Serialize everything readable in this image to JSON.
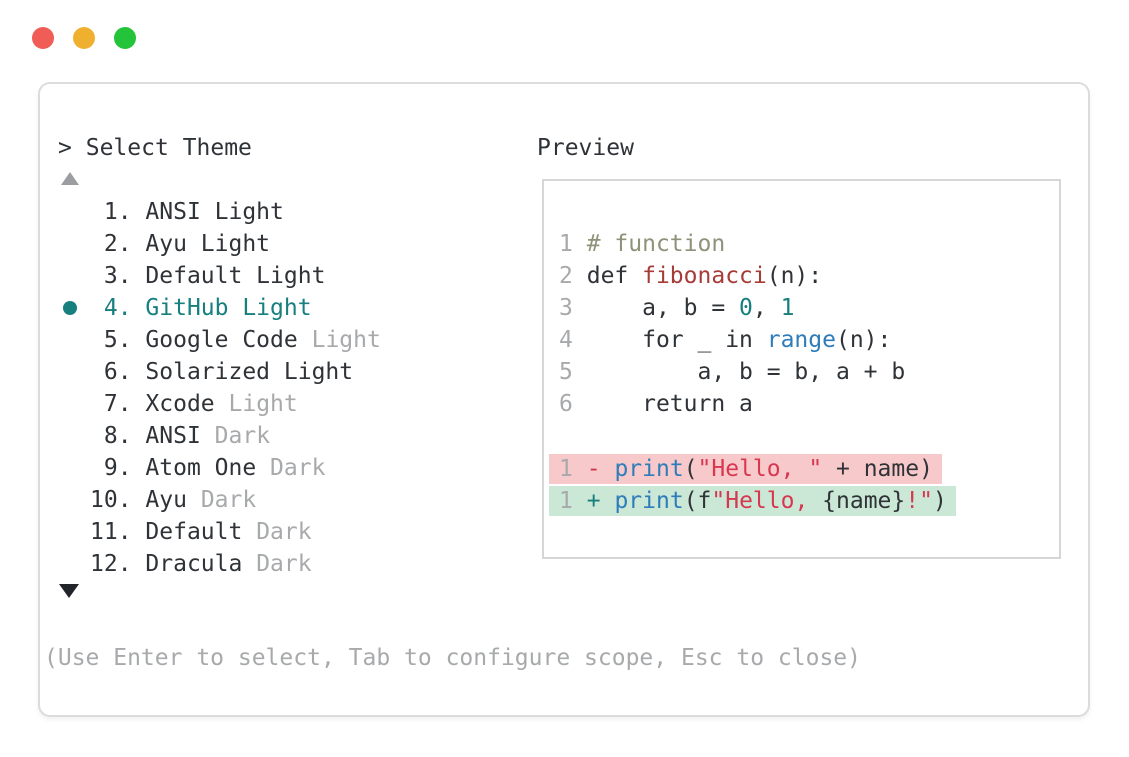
{
  "window": {
    "traffic_lights": [
      {
        "name": "close",
        "color": "#f05c56"
      },
      {
        "name": "minimize",
        "color": "#f0b02f"
      },
      {
        "name": "zoom",
        "color": "#23c43a"
      }
    ]
  },
  "picker": {
    "prompt": ">",
    "title": "Select Theme",
    "scroll_up_icon": "▲",
    "scroll_down_icon": "▼",
    "selected_bullet_icon": "●",
    "items": [
      {
        "number": " 1.",
        "name": "ANSI Light",
        "muted": "",
        "selected": false
      },
      {
        "number": " 2.",
        "name": "Ayu Light",
        "muted": "",
        "selected": false
      },
      {
        "number": " 3.",
        "name": "Default Light",
        "muted": "",
        "selected": false
      },
      {
        "number": " 4.",
        "name": "GitHub Light",
        "muted": "",
        "selected": true
      },
      {
        "number": " 5.",
        "name": "Google Code",
        "muted": "Light",
        "selected": false
      },
      {
        "number": " 6.",
        "name": "Solarized Light",
        "muted": "",
        "selected": false
      },
      {
        "number": " 7.",
        "name": "Xcode",
        "muted": "Light",
        "selected": false
      },
      {
        "number": " 8.",
        "name": "ANSI",
        "muted": "Dark",
        "selected": false
      },
      {
        "number": " 9.",
        "name": "Atom One",
        "muted": "Dark",
        "selected": false
      },
      {
        "number": "10.",
        "name": "Ayu",
        "muted": "Dark",
        "selected": false
      },
      {
        "number": "11.",
        "name": "Default",
        "muted": "Dark",
        "selected": false
      },
      {
        "number": "12.",
        "name": "Dracula",
        "muted": "Dark",
        "selected": false
      }
    ],
    "footer_hint": "(Use Enter to select, Tab to configure scope, Esc to close)"
  },
  "preview": {
    "title": "Preview",
    "lines": [
      {
        "num": "1",
        "type": "code",
        "segments": [
          {
            "text": "# function",
            "color": "comment"
          }
        ]
      },
      {
        "num": "2",
        "type": "code",
        "segments": [
          {
            "text": "def ",
            "color": "text"
          },
          {
            "text": "fibonacci",
            "color": "function"
          },
          {
            "text": "(n):",
            "color": "text"
          }
        ]
      },
      {
        "num": "3",
        "type": "code",
        "segments": [
          {
            "text": "    a, b = ",
            "color": "text"
          },
          {
            "text": "0",
            "color": "number"
          },
          {
            "text": ", ",
            "color": "text"
          },
          {
            "text": "1",
            "color": "number"
          }
        ]
      },
      {
        "num": "4",
        "type": "code",
        "segments": [
          {
            "text": "    for _ in ",
            "color": "text"
          },
          {
            "text": "range",
            "color": "builtin"
          },
          {
            "text": "(n):",
            "color": "text"
          }
        ]
      },
      {
        "num": "5",
        "type": "code",
        "segments": [
          {
            "text": "        a, b = b, a + b",
            "color": "text"
          }
        ]
      },
      {
        "num": "6",
        "type": "code",
        "segments": [
          {
            "text": "    return a",
            "color": "text"
          }
        ]
      },
      {
        "num": "",
        "type": "blank",
        "segments": []
      },
      {
        "num": "1",
        "type": "removed",
        "marker": "-",
        "segments": [
          {
            "text": "print",
            "color": "builtin"
          },
          {
            "text": "(",
            "color": "text"
          },
          {
            "text": "\"Hello, \"",
            "color": "string"
          },
          {
            "text": " + name)",
            "color": "text"
          }
        ]
      },
      {
        "num": "1",
        "type": "added",
        "marker": "+",
        "segments": [
          {
            "text": "print",
            "color": "builtin"
          },
          {
            "text": "(f",
            "color": "text"
          },
          {
            "text": "\"Hello, ",
            "color": "string"
          },
          {
            "text": "{name}",
            "color": "text"
          },
          {
            "text": "!\"",
            "color": "string"
          },
          {
            "text": ")",
            "color": "text"
          }
        ]
      }
    ]
  },
  "colors": {
    "accent_teal": "#17807f",
    "text": "#2f3337",
    "muted": "#a7a9ab",
    "comment": "#8c9379",
    "function": "#a63c38",
    "number": "#177e7e",
    "builtin": "#2e7cba",
    "string": "#d83750",
    "removed_marker": "#d0364a",
    "added_marker": "#177e7e",
    "removed_bg": "#f8c9ca",
    "added_bg": "#cbe7d6"
  }
}
